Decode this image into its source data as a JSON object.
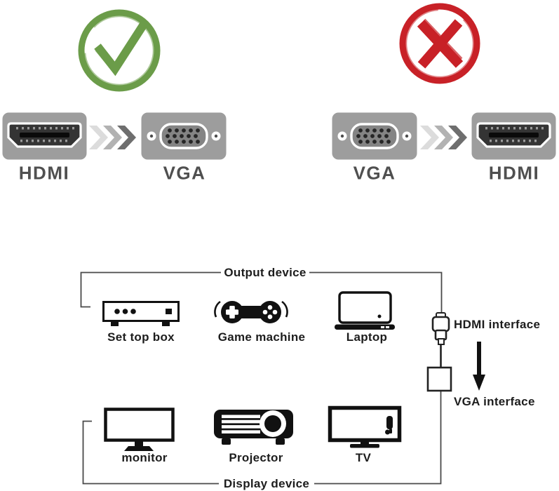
{
  "page_title": "HDMI to VGA one-way conversion diagram",
  "colors": {
    "check_green": "#6b9c49",
    "cross_red": "#c82127",
    "plate_gray": "#9d9d9d",
    "port_dark": "#343434",
    "dsub_gray": "#848484",
    "line_gray": "#4a4a4a",
    "icon_black": "#141414",
    "chevron_light": "#dcdcdc",
    "chevron_mid": "#b2b2b2",
    "chevron_dark": "#6e6e6e",
    "label_gray": "#4f4f4f"
  },
  "correct_panel": {
    "verdict": "allowed",
    "verdict_icon": "check-circle-icon",
    "from_label": "HDMI",
    "to_label": "VGA",
    "from_icon": "hdmi-connector-icon",
    "to_icon": "vga-connector-icon",
    "direction_icon": "triple-chevron-right-icon"
  },
  "wrong_panel": {
    "verdict": "not-allowed",
    "verdict_icon": "cross-circle-icon",
    "from_label": "VGA",
    "to_label": "HDMI",
    "from_icon": "vga-connector-icon",
    "to_icon": "hdmi-connector-icon",
    "direction_icon": "triple-chevron-right-icon"
  },
  "diagram": {
    "output_group_label": "Output device",
    "display_group_label": "Display device",
    "hdmi_interface_label": "HDMI interface",
    "vga_interface_label": "VGA interface",
    "adapter_icon": "hdmi-to-vga-adapter-icon",
    "plug_icon": "hdmi-plug-icon",
    "flow_icon": "down-arrow-icon",
    "output_devices": [
      {
        "name": "Set top box",
        "icon": "set-top-box-icon"
      },
      {
        "name": "Game machine",
        "icon": "gamepad-icon"
      },
      {
        "name": "Laptop",
        "icon": "laptop-icon"
      }
    ],
    "display_devices": [
      {
        "name": "monitor",
        "icon": "monitor-icon"
      },
      {
        "name": "Projector",
        "icon": "projector-icon"
      },
      {
        "name": "TV",
        "icon": "tv-icon"
      }
    ]
  }
}
